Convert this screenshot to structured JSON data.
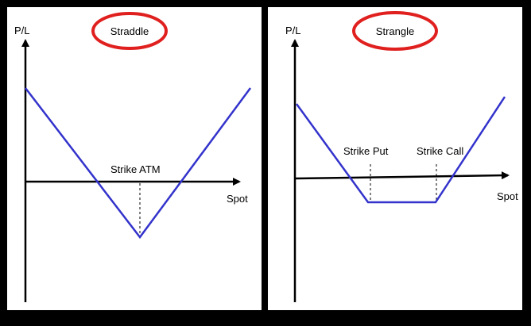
{
  "diagrams": [
    {
      "title": "Straddle",
      "y_axis_label": "P/L",
      "x_axis_label": "Spot",
      "strike_labels": [
        "Strike ATM"
      ]
    },
    {
      "title": "Strangle",
      "y_axis_label": "P/L",
      "x_axis_label": "Spot",
      "strike_labels": [
        "Strike Put",
        "Strike Call"
      ]
    }
  ],
  "colors": {
    "payoff_line": "#3333cc",
    "title_ellipse": "#e0201e",
    "axis": "#000000",
    "border": "#000000"
  }
}
